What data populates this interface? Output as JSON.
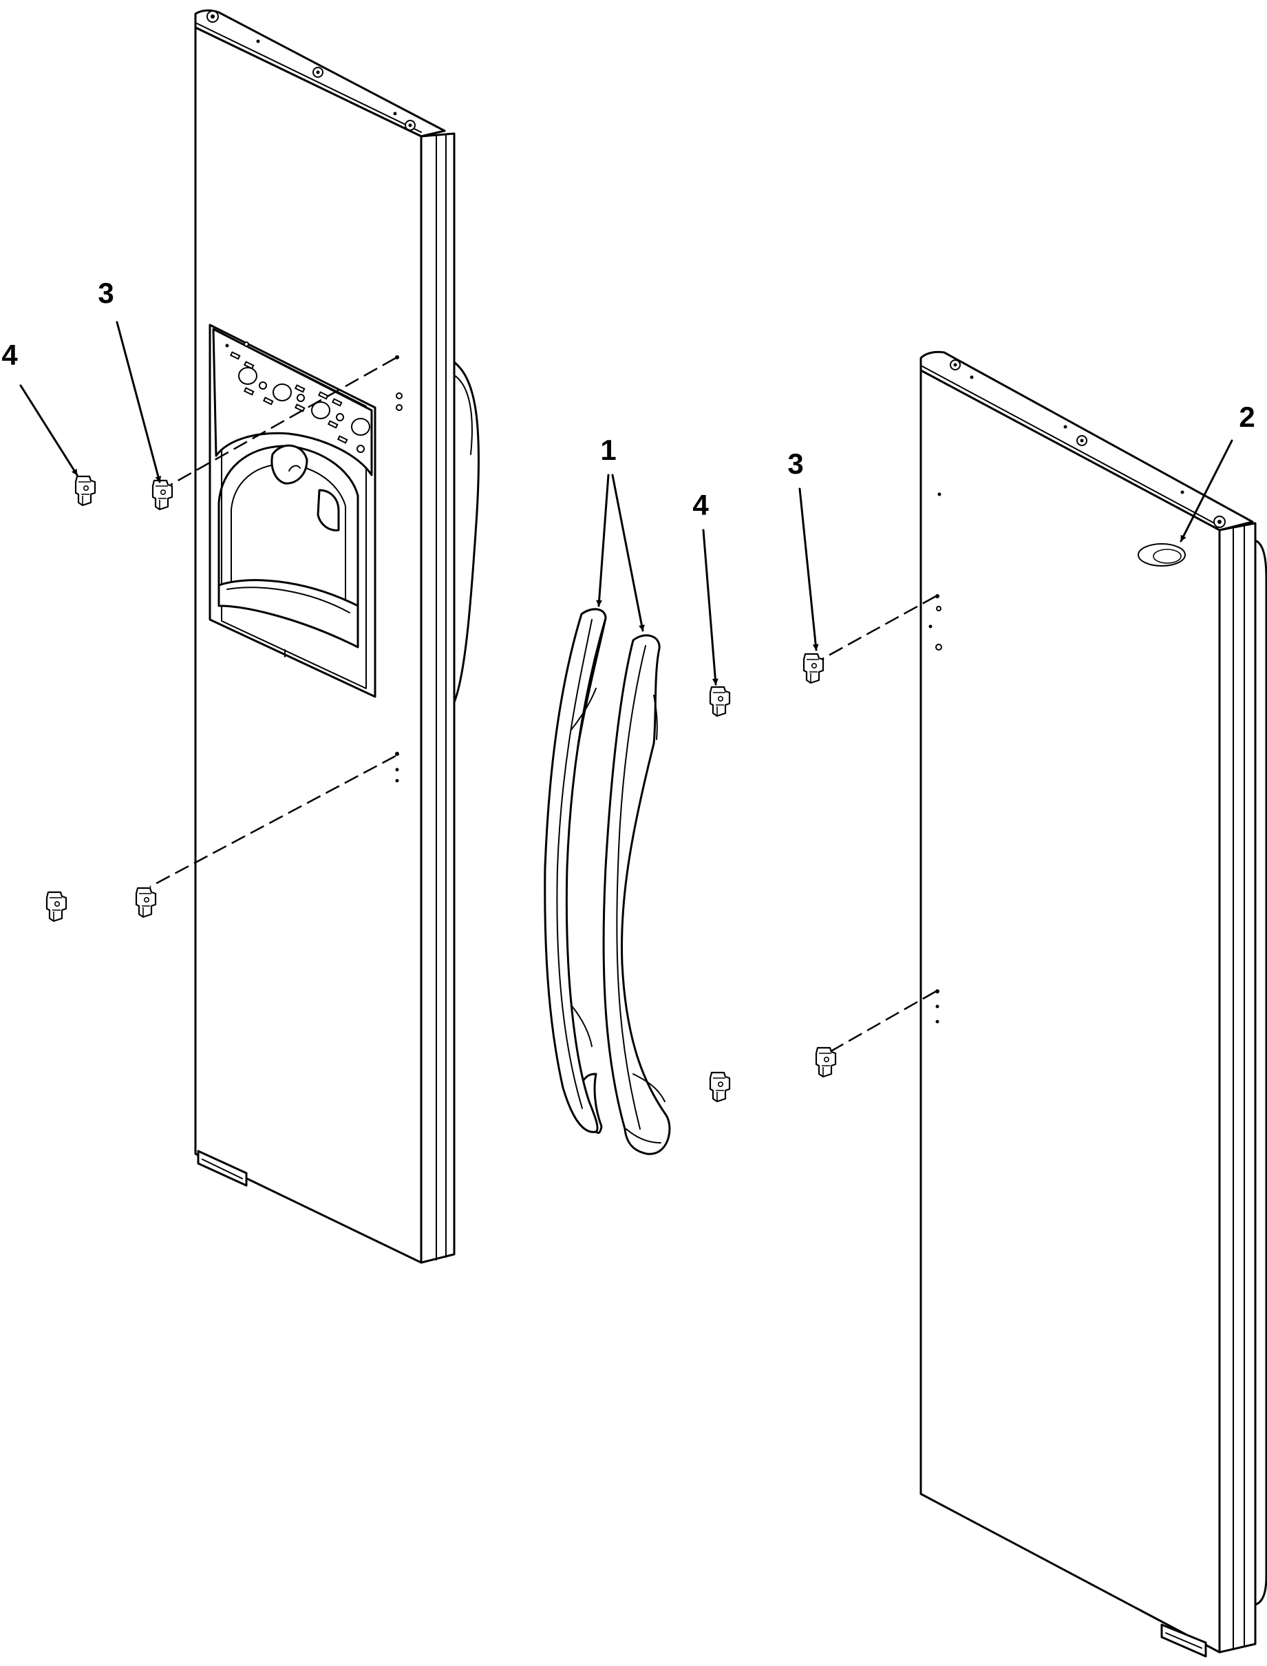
{
  "callouts": [
    {
      "id": "handle-pair",
      "number": "1"
    },
    {
      "id": "cap",
      "number": "2"
    },
    {
      "id": "clip-left-inner",
      "number": "3"
    },
    {
      "id": "clip-left-outer",
      "number": "4"
    },
    {
      "id": "clip-right-outer",
      "number": "3"
    },
    {
      "id": "clip-right-inner",
      "number": "4"
    }
  ]
}
